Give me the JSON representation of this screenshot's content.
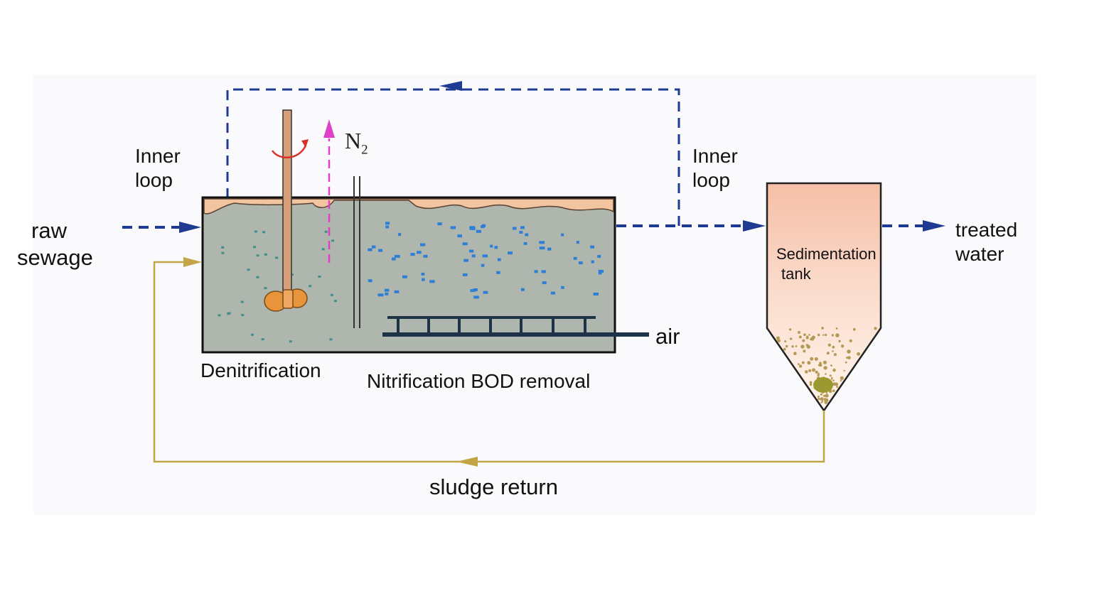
{
  "labels": {
    "inner_loop_left": [
      "Inner",
      "loop"
    ],
    "inner_loop_right": [
      "Inner",
      "loop"
    ],
    "raw_sewage": [
      "raw",
      "sewage"
    ],
    "treated_water": [
      "treated",
      "water"
    ],
    "sedimentation_tank": [
      "Sedimentation",
      "tank"
    ],
    "air": "air",
    "denitrification": "Denitrification",
    "nitrification": "Nitrification BOD removal",
    "sludge_return": "sludge return",
    "n2": "N",
    "n2_sub": "2"
  },
  "colors": {
    "flow_dashed": "#1f3a93",
    "sludge_line": "#c2a546",
    "tank_liquid": "#aeb6ad",
    "tank_foam": "#f3c4a0",
    "stirrer": "#d8a07a",
    "propeller": "#e8943a",
    "n2_arrow": "#e040c8",
    "diffuser": "#1e3347",
    "bubbles": "#2d7fd6",
    "sediment_top": "#fbd6c2",
    "sediment_bottom": "#fff1e6",
    "sludge_particles": "#b59a55"
  }
}
